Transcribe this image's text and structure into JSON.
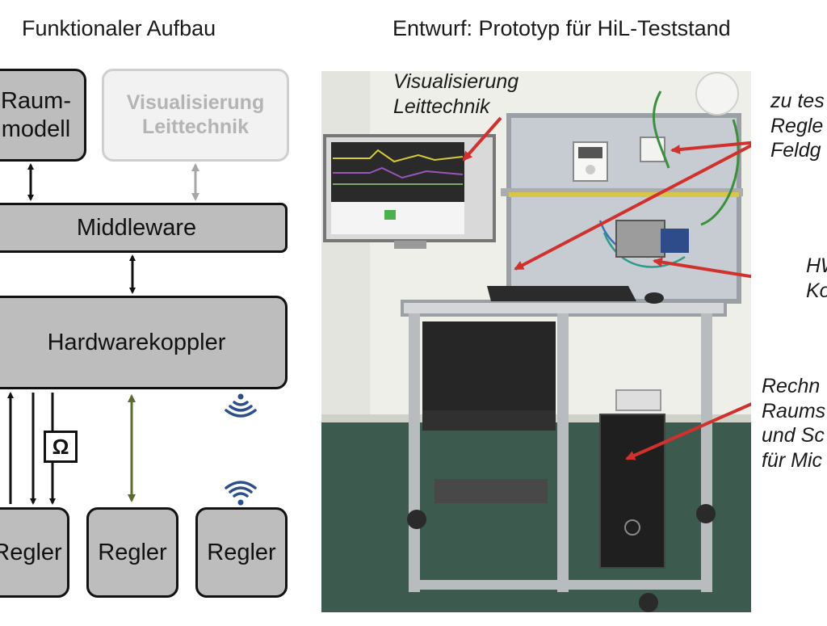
{
  "left_panel": {
    "title": "Funktionaler Aufbau",
    "raummodell": "Raum-\nmodell",
    "visualisierung": "Visualisierung\nLeittechnik",
    "middleware": "Middleware",
    "hardwarekoppler": "Hardwarekoppler",
    "omega": "Ω",
    "regler": [
      "Regler",
      "Regler",
      "Regler"
    ]
  },
  "right_panel": {
    "title": "Entwurf: Prototyp für HiL-Teststand",
    "annotations": {
      "visualisierung": "Visualisierung\nLeittechnik",
      "regler_feldgeraete": "zu tes\nRegle\nFeldg",
      "hw_koppler": "HW\nKo",
      "rechner": "Rechn\nRaums\nund Sc\nfür Mic"
    }
  },
  "colors": {
    "box_fill": "#bdbdbd",
    "box_border": "#111111",
    "light_box_fill": "#f2f2f2",
    "light_box_border": "#cfcfcf",
    "green_arrow": "#5b6b2e",
    "gray_arrow": "#a6a6a6",
    "wireless_icon": "#2c4f8a",
    "red_arrow": "#d0312d"
  },
  "icons": [
    "wireless-signal-icon",
    "wireless-signal-icon"
  ]
}
